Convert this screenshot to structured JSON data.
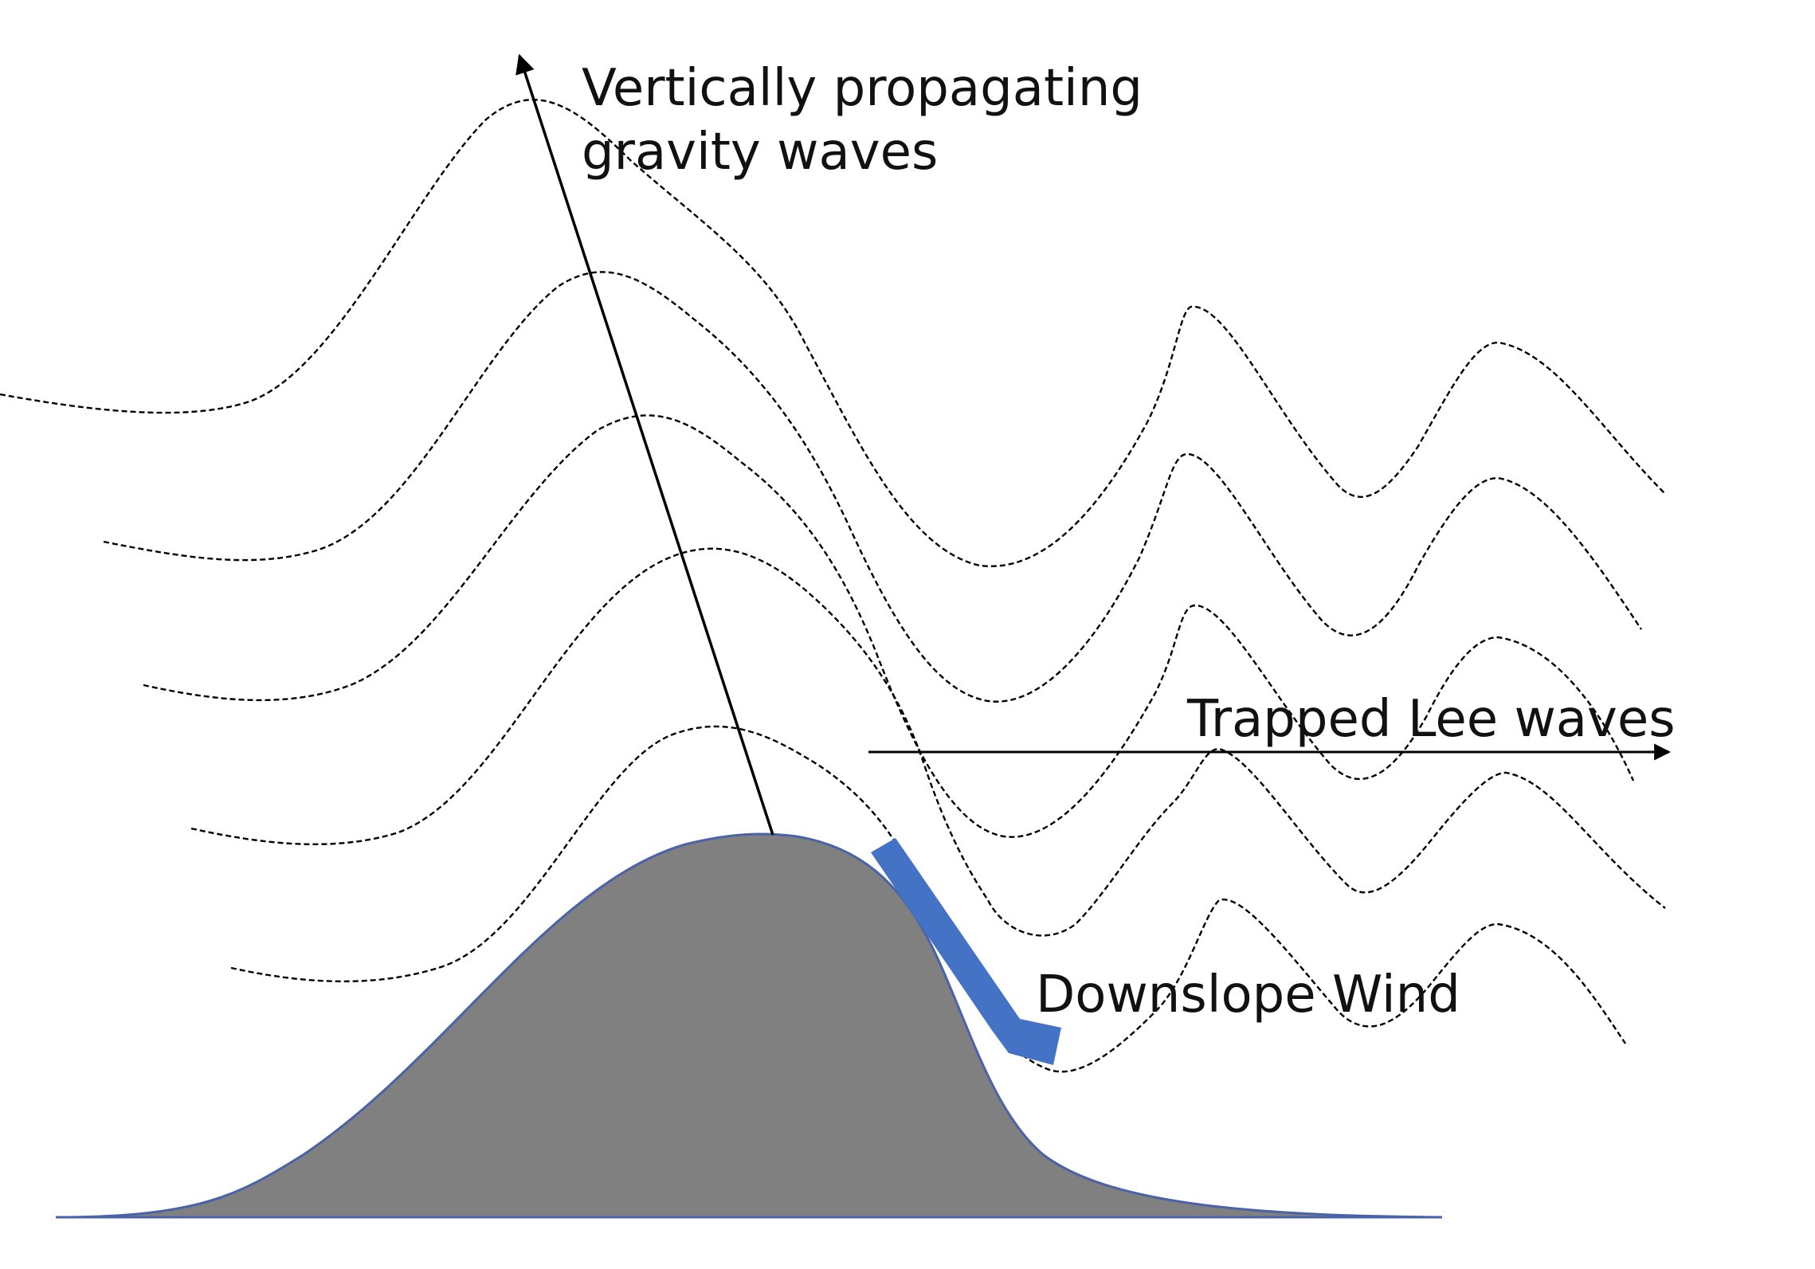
{
  "labels": {
    "vertical_line1": "Vertically propagating",
    "vertical_line2": "gravity waves",
    "trapped": "Trapped Lee waves",
    "downslope": "Downslope Wind"
  },
  "colors": {
    "mountain_fill": "#808080",
    "mountain_outline": "#4a63a8",
    "downslope_arrow": "#4472c4",
    "lines": "#000000",
    "background": "#ffffff"
  }
}
